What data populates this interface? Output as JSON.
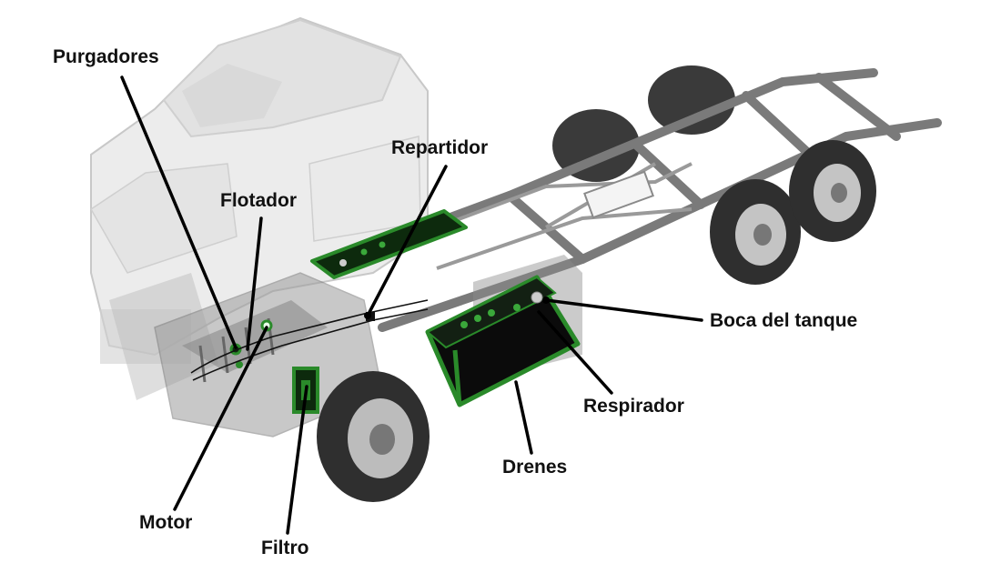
{
  "diagram": {
    "labels": {
      "purgadores": "Purgadores",
      "flotador": "Flotador",
      "repartidor": "Repartidor",
      "boca_del_tanque": "Boca del tanque",
      "respirador": "Respirador",
      "drenes": "Drenes",
      "motor": "Motor",
      "filtro": "Filtro"
    },
    "colors": {
      "highlight": "#2a8a2a",
      "highlight_fill": "#0d2a0d",
      "leader_line": "#000000",
      "truck_body": "#e9e9e9",
      "chassis": "#6e6e6e",
      "tire": "#2f2f2f"
    }
  }
}
